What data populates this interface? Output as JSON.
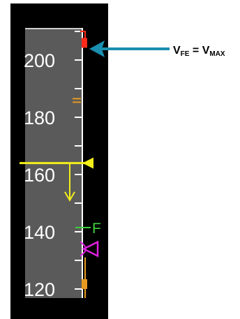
{
  "speed_tape": {
    "scale_labels": [
      "200",
      "180",
      "160",
      "140",
      "120"
    ],
    "scale_values": [
      200,
      180,
      160,
      140,
      120
    ],
    "current_speed": 164,
    "speed_trend_target": 151,
    "vmax": 206,
    "flap_limit_marker": {
      "label": "F",
      "value": 140
    },
    "orange_bug_value": 186,
    "magenta_target_value": 134,
    "colors": {
      "background": "#000000",
      "tape": "#5a5a5a",
      "scale": "#ffffff",
      "speed_pointer": "#f2ee1a",
      "trend_arrow": "#f2ee1a",
      "vmax_bar": "#ff2a1a",
      "flap_marker": "#3fd03f",
      "target_bug": "#e020e0",
      "orange_marks": "#e69a20"
    }
  },
  "callout": {
    "v1": "V",
    "v1_sub": "FE",
    "equals": " = ",
    "v2": "V",
    "v2_sub": "MAX",
    "arrow_color": "#1a8fb0"
  }
}
